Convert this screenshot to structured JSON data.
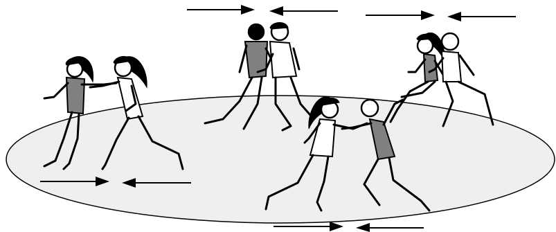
{
  "colors": {
    "ground_fill": "#efefef",
    "ground_stroke": "#000000",
    "shirt_dark": "#808080",
    "figure_stroke": "#000000",
    "background": "#ffffff"
  },
  "pairs": [
    {
      "name": "pair-left",
      "figures": [
        "ponytail-dark-shirt",
        "ponytail-white-shirt"
      ]
    },
    {
      "name": "pair-top-center",
      "figures": [
        "dark-head-dark-shirt",
        "cap-white-shirt"
      ]
    },
    {
      "name": "pair-top-right",
      "figures": [
        "ponytail-dark-shirt",
        "white-shirt"
      ]
    },
    {
      "name": "pair-bottom-center",
      "figures": [
        "ponytail-white-shirt",
        "dark-shirt"
      ]
    }
  ],
  "icons": {
    "push_arrows": "arrow-right-and-arrow-left-icon"
  }
}
